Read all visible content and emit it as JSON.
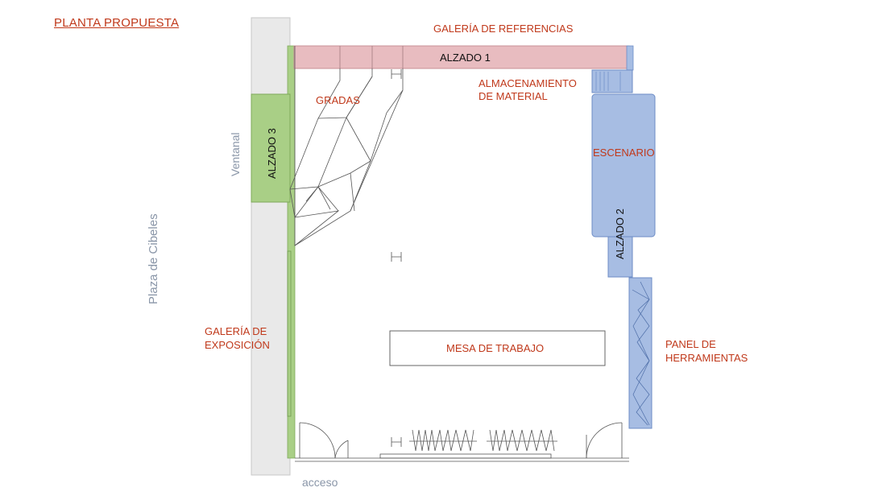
{
  "title": "PLANTA PROPUESTA",
  "labels": {
    "galeria_referencias": "GALERÍA DE REFERENCIAS",
    "alzado_1": "ALZADO 1",
    "almacenamiento_1": "ALMACENAMIENTO",
    "almacenamiento_2": "DE MATERIAL",
    "gradas": "GRADAS",
    "alzado_3": "ALZADO 3",
    "ventanal": "Ventanal",
    "plaza": "Plaza de Cibeles",
    "escenario": "ESCENARIO",
    "alzado_2": "ALZADO 2",
    "galeria_exposicion_1": "GALERÍA   DE",
    "galeria_exposicion_2": "EXPOSICIÓN",
    "mesa": "MESA DE TRABAJO",
    "panel_1": "PANEL DE",
    "panel_2": "HERRAMIENTAS",
    "acceso": "acceso"
  },
  "colors": {
    "label_red": "#c0391b",
    "street_grey": "#8a96a8",
    "references_pink": "#e8bcc0",
    "exposition_green": "#a9cf86",
    "stage_blue": "#a7bde3"
  }
}
